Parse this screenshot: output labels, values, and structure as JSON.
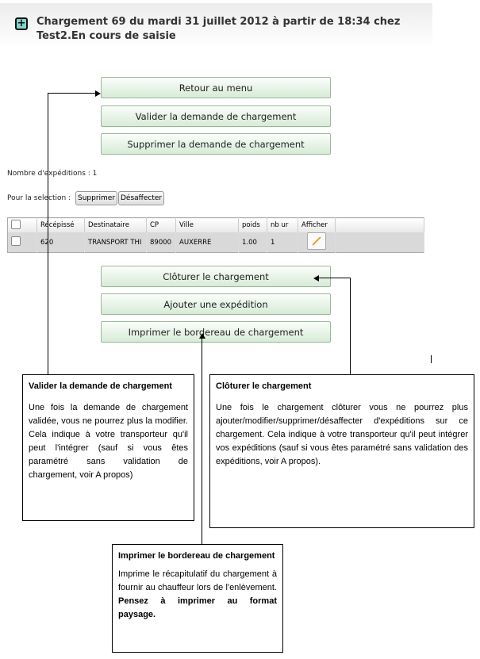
{
  "header": {
    "title": "Chargement 69 du mardi 31 juillet 2012 à partir de 18:34 chez Test2.En cours de saisie",
    "expand_icon": "plus-box-icon"
  },
  "top_buttons": {
    "back": "Retour au menu",
    "validate": "Valider la demande de chargement",
    "delete": "Supprimer la demande de chargement"
  },
  "shipments": {
    "count_label": "Nombre d'expéditions : 1",
    "selection_label": "Pour la selection :",
    "delete": "Supprimer",
    "unassign": "Désaffecter"
  },
  "table": {
    "headers": [
      "Récépissé",
      "Destinataire",
      "CP",
      "Ville",
      "poids",
      "nb ur",
      "Afficher"
    ],
    "rows": [
      {
        "recepisse": "620",
        "destinataire": "TRANSPORT THI",
        "cp": "89000",
        "ville": "AUXERRE",
        "poids": "1.00",
        "nb_ur": "1",
        "edit_icon": "pencil-icon"
      }
    ]
  },
  "bottom_buttons": {
    "close": "Clôturer le chargement",
    "add": "Ajouter une expédition",
    "print": "Imprimer le bordereau de chargement"
  },
  "callouts": [
    {
      "title": "Valider la demande de chargement",
      "text": "Une fois la demande de chargement validée, vous ne pourrez plus la modifier. Cela indique à votre transporteur qu'il peut l'intégrer (sauf si vous êtes paramétré sans validation de chargement, voir A propos)"
    },
    {
      "title": "Clôturer le chargement",
      "text": "Une fois le chargement clôturer vous ne pourrez plus ajouter/modifier/supprimer/désaffecter d'expéditions sur ce chargement. Cela indique à votre transporteur qu'il peut intégrer vos expéditions (sauf si vous êtes paramétré sans validation des expéditions, voir A propos)."
    },
    {
      "title": "Imprimer le bordereau de chargement",
      "text": "Imprime le récapitulatif du chargement à fournir au chauffeur lors de l'enlèvement. ",
      "bold": "Pensez à imprimer au format paysage."
    }
  ]
}
